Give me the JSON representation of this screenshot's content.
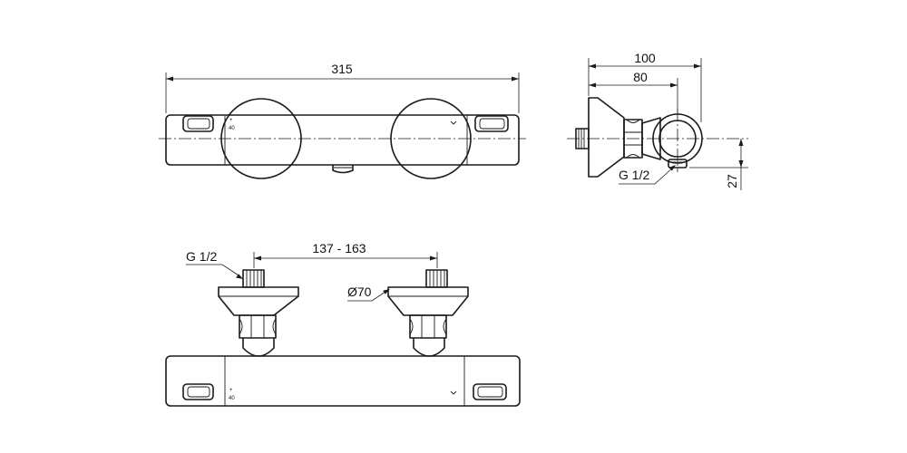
{
  "dimensions": {
    "overall_width": "315",
    "depth_total": "100",
    "depth_partial": "80",
    "height_offset": "27",
    "inlet_spacing": "137 - 163",
    "diameter": "Ø70",
    "thread_side": "G 1/2",
    "thread_front": "G 1/2"
  },
  "markings": {
    "temp_scale": "40",
    "plus": "+"
  }
}
